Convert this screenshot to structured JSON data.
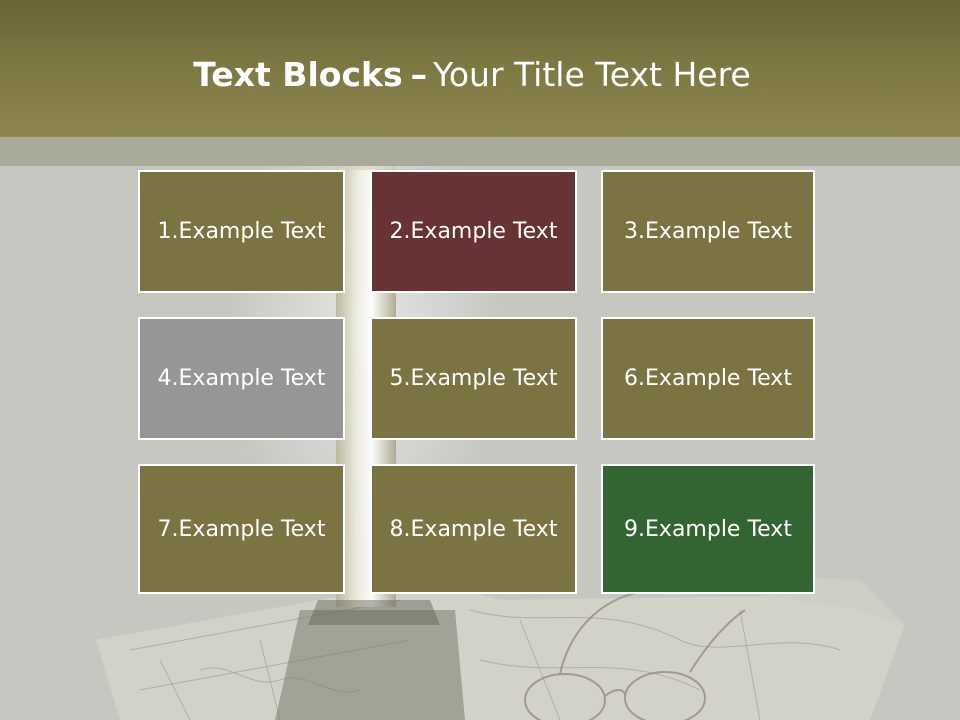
{
  "title": {
    "bold": "Text Blocks",
    "separator": "–",
    "rest": "Your Title Text Here"
  },
  "blocks": [
    {
      "label": "1.Example Text",
      "color": "#7b7341"
    },
    {
      "label": "2.Example Text",
      "color": "#683334"
    },
    {
      "label": "3.Example Text",
      "color": "#7b7341"
    },
    {
      "label": "4.Example Text",
      "color": "#969696"
    },
    {
      "label": "5.Example Text",
      "color": "#7b7341"
    },
    {
      "label": "6.Example Text",
      "color": "#7b7341"
    },
    {
      "label": "7.Example Text",
      "color": "#7b7341"
    },
    {
      "label": "8.Example Text",
      "color": "#7b7341"
    },
    {
      "label": "9.Example Text",
      "color": "#336533"
    }
  ],
  "colors": {
    "header": "#7e7843",
    "background": "#c8c9c3"
  }
}
